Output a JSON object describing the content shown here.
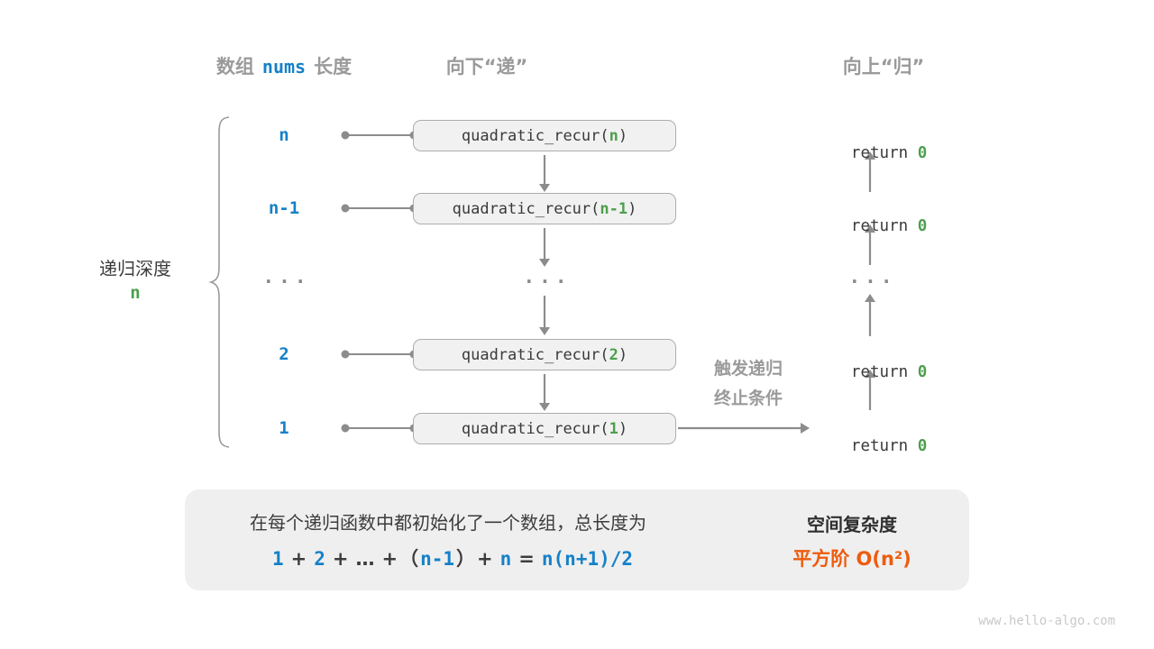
{
  "colors": {
    "blue": "#1681C8",
    "green": "#4D9F4D",
    "orange": "#EE5B0C",
    "gray_header": "#9A9A9A",
    "dark_text": "#3C3C3C",
    "arrow_gray": "#8C8C8C",
    "box_fill": "#F1F1F1",
    "box_border": "#ADADAD",
    "panel_fill": "#EFEFEF"
  },
  "headers": {
    "col1_label1": "数组",
    "col1_code": "nums",
    "col1_label2": "长度",
    "col2": "向下“递”",
    "col3": "向上“归”"
  },
  "left_brace_label": {
    "title": "递归深度",
    "value": "n"
  },
  "call": {
    "prefix": "quadratic_recur(",
    "suffix": ")"
  },
  "ret": {
    "keyword": "return ",
    "value": "0"
  },
  "ellipsis": "...",
  "rows": [
    {
      "length": "n",
      "call_arg": "n",
      "return_value": "0"
    },
    {
      "length": "n-1",
      "call_arg": "n-1",
      "return_value": "0"
    },
    {
      "length": "...",
      "ellipsis": true
    },
    {
      "length": "2",
      "call_arg": "2",
      "return_value": "0"
    },
    {
      "length": "1",
      "call_arg": "1",
      "return_value": "0"
    }
  ],
  "trigger_label": {
    "line1": "触发递归",
    "line2": "终止条件"
  },
  "summary": {
    "line1": "在每个递归函数中都初始化了一个数组，总长度为",
    "formula_parts": [
      "1",
      "+",
      "2",
      "+",
      "…",
      "+",
      "（",
      "n-1",
      "）",
      "+",
      "n",
      "=",
      "n(n+1)/2"
    ],
    "result_title": "空间复杂度",
    "result_value": "平方阶 O(n²)"
  },
  "watermark": "www.hello-algo.com"
}
